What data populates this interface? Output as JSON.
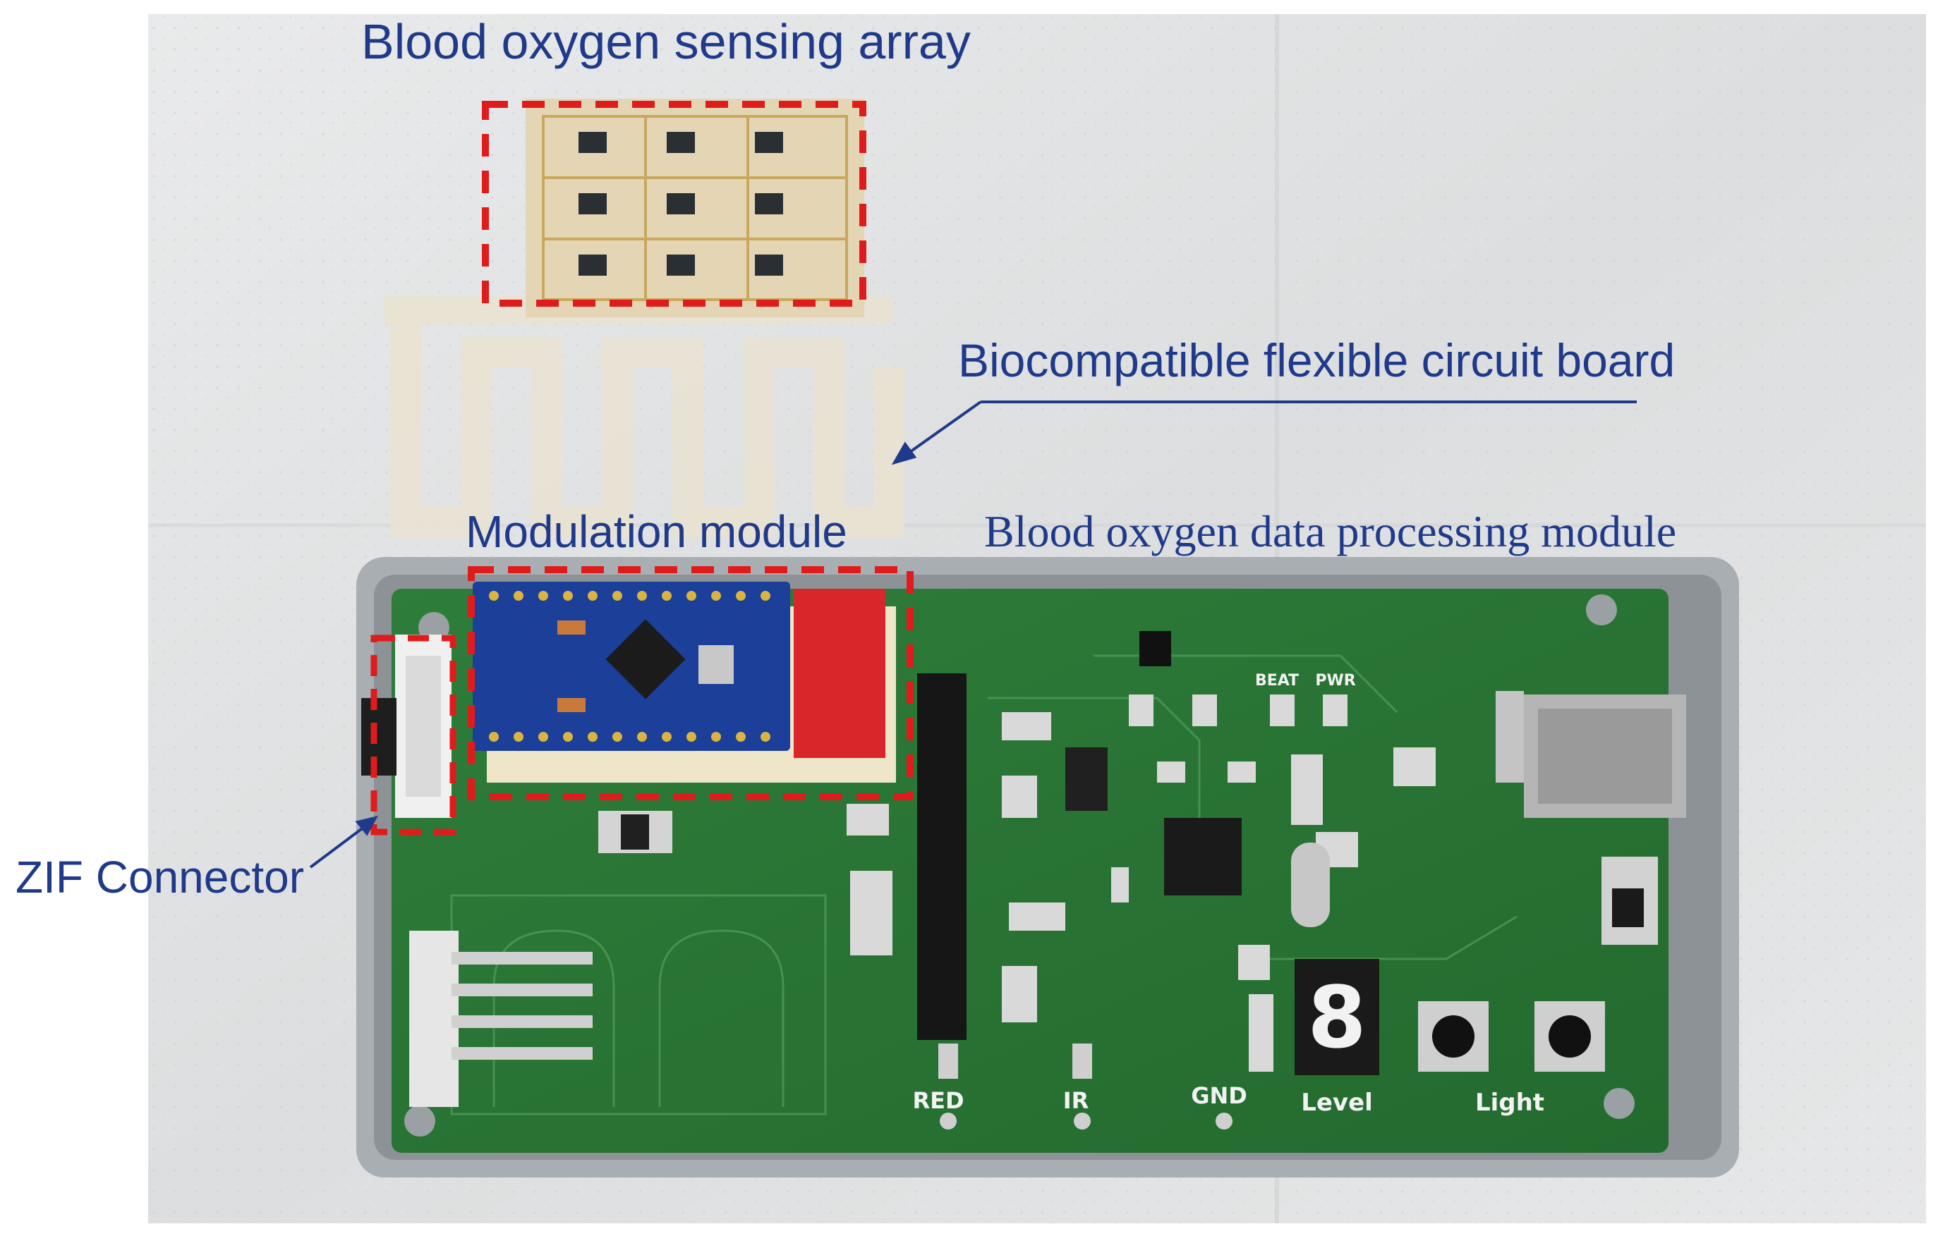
{
  "annotations": {
    "sensing_array": "Blood oxygen sensing array",
    "flexible_board": "Biocompatible flexible circuit board",
    "modulation_module": "Modulation module",
    "processing_module": "Blood oxygen data processing module",
    "zif_connector": "ZIF Connector"
  },
  "board_silkscreen": {
    "red": "RED",
    "ir": "IR",
    "gnd": "GND",
    "level": "Level",
    "light": "Light",
    "beat": "BEAT",
    "pwr": "PWR",
    "digit": "8"
  },
  "colors": {
    "annotation_text": "#1f3a8a",
    "highlight_box": "#e01b1b",
    "pcb_green": "#2f7a3a",
    "arduino_blue": "#1c3f99"
  }
}
